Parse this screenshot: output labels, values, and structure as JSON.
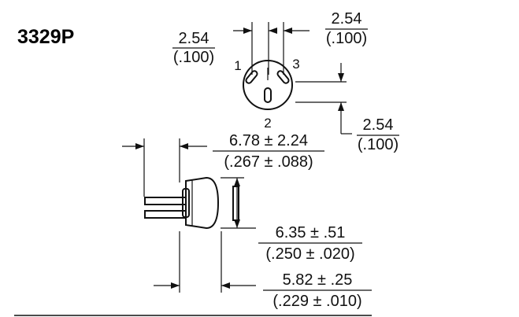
{
  "part_number": "3329P",
  "top_view": {
    "pin_labels": [
      "1",
      "2",
      "3"
    ],
    "dim_left": {
      "mm": "2.54",
      "inch": "(.100)"
    },
    "dim_top_right": {
      "mm": "2.54",
      "inch": "(.100)"
    },
    "dim_right": {
      "mm": "2.54",
      "inch": "(.100)"
    }
  },
  "side_view": {
    "dim_overall_length": {
      "mm": "6.78 ± 2.24",
      "inch": "(.267 ± .088)"
    },
    "dim_height": {
      "mm": "6.35 ± .51",
      "inch": "(.250 ± .020)"
    },
    "dim_body_length": {
      "mm": "5.82 ± .25",
      "inch": "(.229 ± .010)"
    }
  }
}
